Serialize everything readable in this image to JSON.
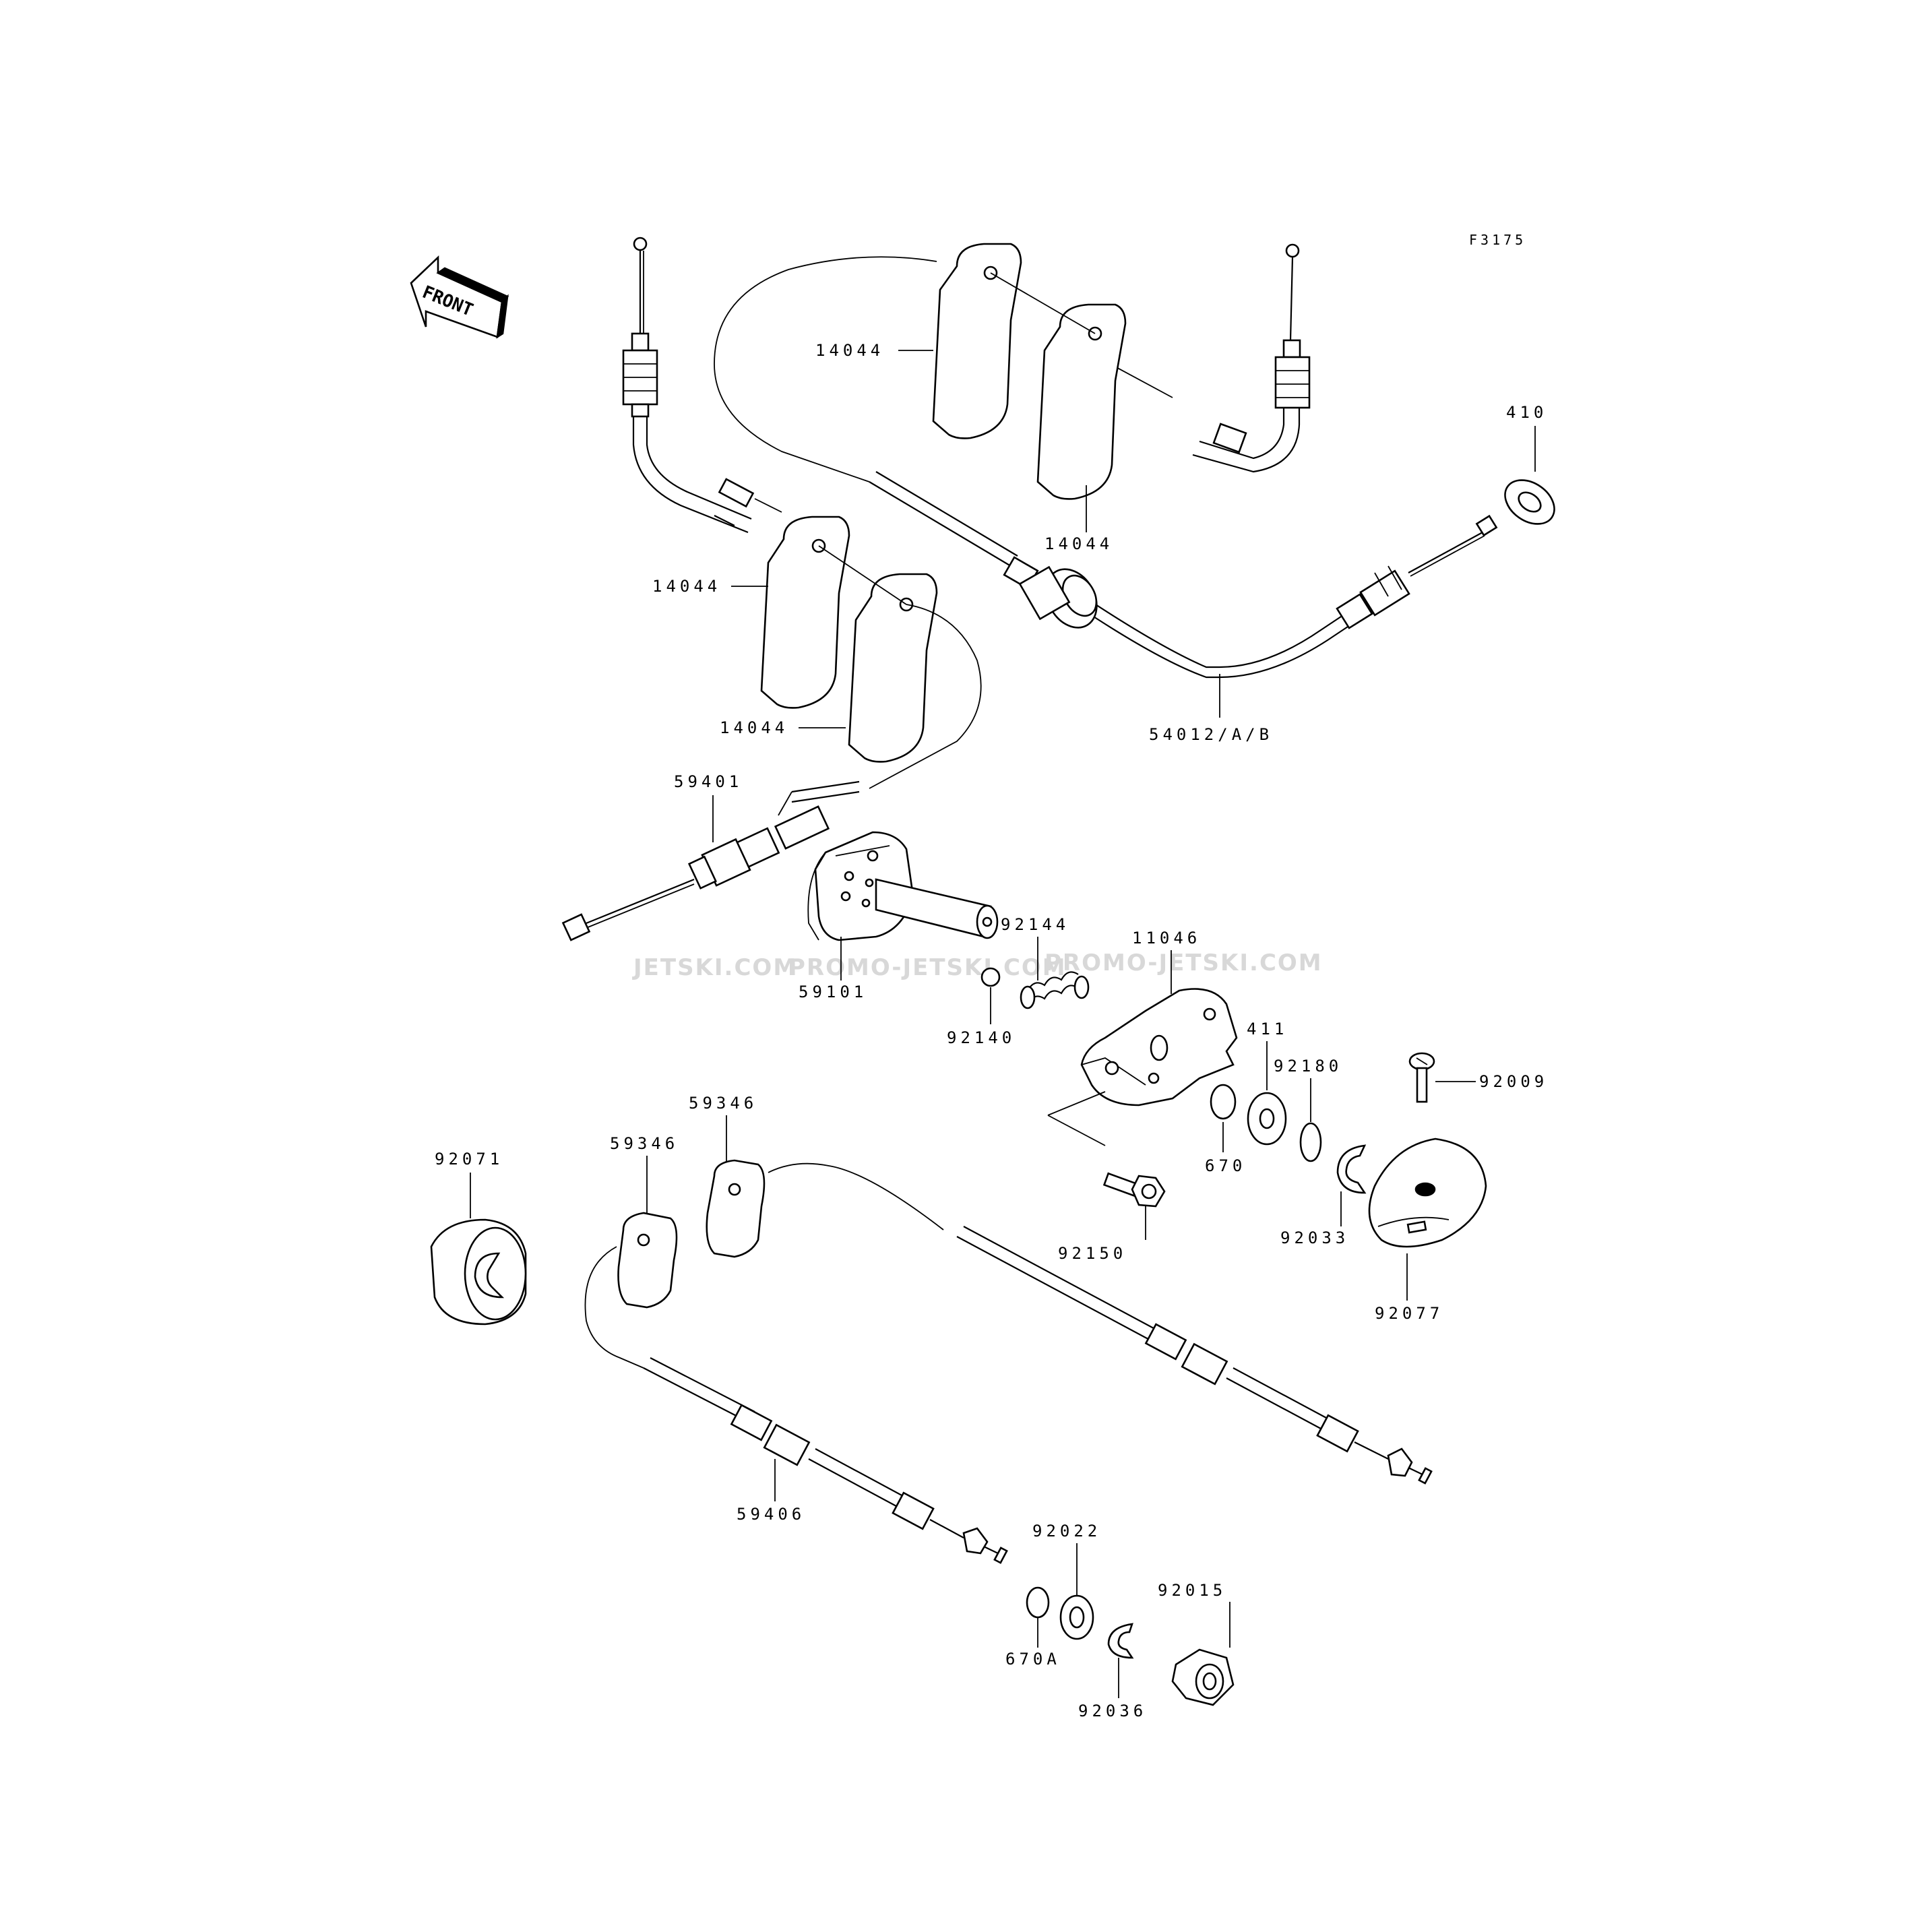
{
  "diagram": {
    "code": "F3175",
    "front_label": "FRONT",
    "watermarks": [
      "JETSKI.COM",
      "PROMO-JETSKI.COM",
      "PROMO-JETSKI.COM"
    ],
    "parts": {
      "p14044_a": "14044",
      "p14044_b": "14044",
      "p14044_c": "14044",
      "p14044_d": "14044",
      "p410": "410",
      "p54012": "54012/A/B",
      "p59401": "59401",
      "p59101": "59101",
      "p92144": "92144",
      "p11046": "11046",
      "p92140": "92140",
      "p411": "411",
      "p92180": "92180",
      "p92009": "92009",
      "p670": "670",
      "p92033": "92033",
      "p92150": "92150",
      "p92077": "92077",
      "p92071": "92071",
      "p59346_a": "59346",
      "p59346_b": "59346",
      "p59406": "59406",
      "p92022": "92022",
      "p92015": "92015",
      "p670A": "670A",
      "p92036": "92036"
    }
  }
}
